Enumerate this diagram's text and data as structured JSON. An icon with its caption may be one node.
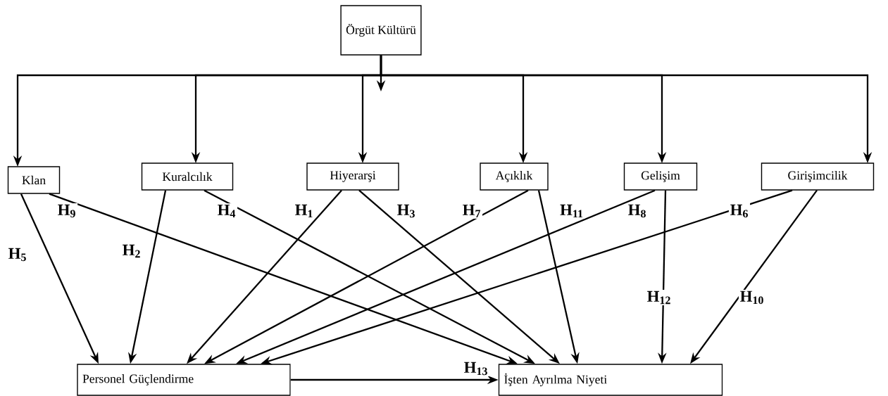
{
  "diagram": {
    "nodes": [
      {
        "text": [
          "Örgüt Kültürü"
        ]
      },
      {
        "text": [
          "Klan"
        ]
      },
      {
        "text": [
          "Kuralcılık"
        ]
      },
      {
        "text": [
          "Hiyerarşi"
        ]
      },
      {
        "text": [
          "Açıklık"
        ]
      },
      {
        "text": [
          "Gelişim"
        ]
      },
      {
        "text": [
          "Girişimcilik"
        ]
      },
      {
        "text": [
          "Personel Güçlendirme"
        ]
      },
      {
        "text": [
          "İşten Ayrılma  Niyeti"
        ]
      }
    ],
    "edges": [
      {
        "from": 0,
        "to": 1,
        "arrow": "to"
      },
      {
        "from": 0,
        "to": 2,
        "arrow": "to"
      },
      {
        "from": 0,
        "to": 3,
        "arrow": "to"
      },
      {
        "from": 0,
        "to": 4,
        "arrow": "to"
      },
      {
        "from": 0,
        "to": 5,
        "arrow": "to"
      },
      {
        "from": 0,
        "to": 6,
        "arrow": "to"
      },
      {
        "from": 1,
        "to": 7,
        "arrow": "to",
        "label": "H$_{5}$"
      },
      {
        "from": 1,
        "to": 8,
        "arrow": "to",
        "label": "H$_{9}$"
      },
      {
        "from": 2,
        "to": 7,
        "arrow": "to",
        "label": "H$_{2}$"
      },
      {
        "from": 2,
        "to": 8,
        "arrow": "to",
        "label": "H$_{4}$"
      },
      {
        "from": 3,
        "to": 7,
        "arrow": "to",
        "label": "H$_{1}$"
      },
      {
        "from": 3,
        "to": 8,
        "arrow": "to",
        "label": "H$_{3}$"
      },
      {
        "from": 4,
        "to": 7,
        "arrow": "to",
        "label": "H$_{7}$"
      },
      {
        "from": 4,
        "to": 8,
        "arrow": "to",
        "label": "H$_{11}$"
      },
      {
        "from": 5,
        "to": 7,
        "arrow": "to",
        "label": "H$_{8}$"
      },
      {
        "from": 5,
        "to": 8,
        "arrow": "to",
        "label": "H$_{12}$"
      },
      {
        "from": 6,
        "to": 7,
        "arrow": "to",
        "label": "H$_{6}$"
      },
      {
        "from": 6,
        "to": 8,
        "arrow": "to",
        "label": "H$_{10}$"
      },
      {
        "from": 7,
        "to": 8,
        "arrow": "to",
        "label": "H$_{13}$"
      }
    ]
  }
}
